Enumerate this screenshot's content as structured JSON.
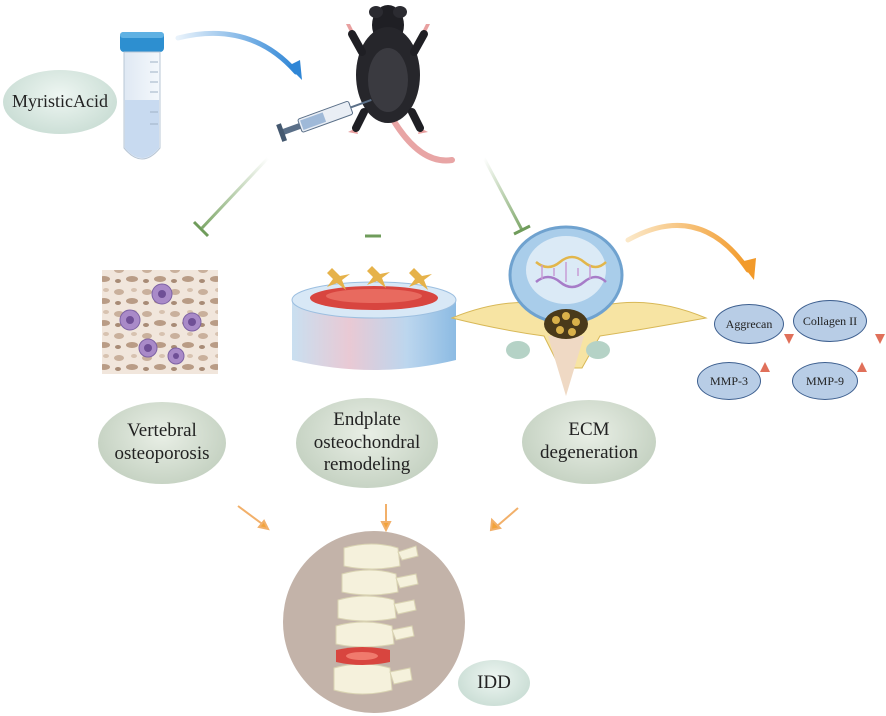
{
  "source_label": [
    "Myristic",
    "Acid"
  ],
  "effects": [
    {
      "key": "vertebral",
      "lines": [
        "Vertebral",
        "osteoporosis"
      ]
    },
    {
      "key": "endplate",
      "lines": [
        "Endplate",
        "osteochondral",
        "remodeling"
      ]
    },
    {
      "key": "ecm",
      "lines": [
        "ECM",
        "degeneration"
      ]
    }
  ],
  "markers": [
    {
      "label": "Aggrecan",
      "direction": "down"
    },
    {
      "label": "Collagen II",
      "direction": "down"
    },
    {
      "label": "MMP-3",
      "direction": "up"
    },
    {
      "label": "MMP-9",
      "direction": "up"
    }
  ],
  "outcome_label": "IDD",
  "colors": {
    "inhibit_line": "#8fb07a",
    "blue_arrow": "#3a8fd8",
    "orange_arrow": "#f2a33a",
    "marker_arrow": "#e0806a"
  }
}
